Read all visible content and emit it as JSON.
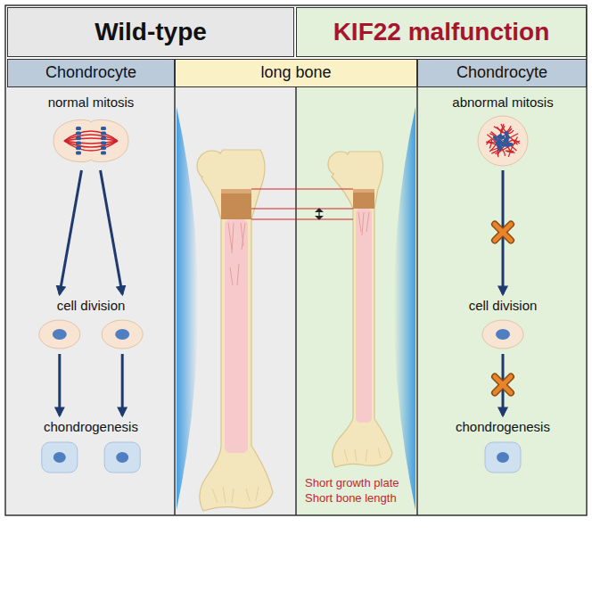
{
  "diagram": {
    "nodes": [
      {
        "text": [
          "Wild-type"
        ]
      },
      {
        "text": [
          "KIF22 malfunction"
        ]
      },
      {
        "text": [
          "Chondrocyte"
        ]
      },
      {
        "text": [
          "long bone"
        ]
      },
      {
        "text": [
          "Chondrocyte"
        ]
      },
      {
        "text": [
          "normal mitosis"
        ]
      },
      {
        "text": [
          "cell division"
        ]
      },
      {
        "text": [
          "chondrogenesis"
        ]
      },
      {
        "text": [
          "abnormal mitosis"
        ]
      },
      {
        "text": [
          "cell division"
        ]
      },
      {
        "text": [
          "chondrogenesis"
        ]
      }
    ],
    "edges": [
      {
        "from": 5,
        "to": 6,
        "arrow": "to"
      },
      {
        "from": 5,
        "to": 6,
        "arrow": "to"
      },
      {
        "from": 6,
        "to": 7,
        "arrow": "to"
      },
      {
        "from": 6,
        "to": 7,
        "arrow": "to"
      },
      {
        "from": 8,
        "to": 9,
        "arrow": "to"
      },
      {
        "from": 9,
        "to": 10,
        "arrow": "to"
      }
    ],
    "labels": [
      "Short growth plate",
      "Short bone length"
    ]
  }
}
